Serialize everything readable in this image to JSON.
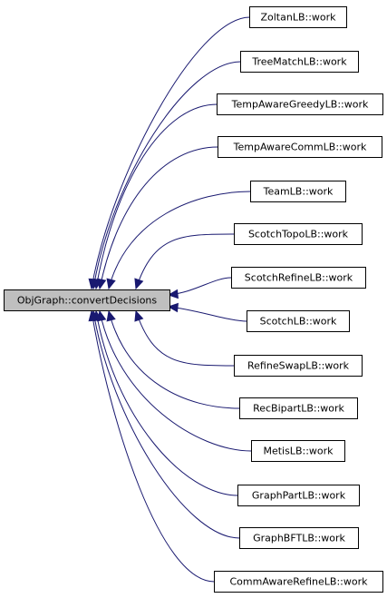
{
  "graph": {
    "root": {
      "label": "ObjGraph::convertDecisions",
      "fill": "#bfbfbf"
    },
    "callers": [
      {
        "label": "ZoltanLB::work"
      },
      {
        "label": "TreeMatchLB::work"
      },
      {
        "label": "TempAwareGreedyLB::work"
      },
      {
        "label": "TempAwareCommLB::work"
      },
      {
        "label": "TeamLB::work"
      },
      {
        "label": "ScotchTopoLB::work"
      },
      {
        "label": "ScotchRefineLB::work"
      },
      {
        "label": "ScotchLB::work"
      },
      {
        "label": "RefineSwapLB::work"
      },
      {
        "label": "RecBipartLB::work"
      },
      {
        "label": "MetisLB::work"
      },
      {
        "label": "GraphPartLB::work"
      },
      {
        "label": "GraphBFTLB::work"
      },
      {
        "label": "CommAwareRefineLB::work"
      }
    ],
    "edge_color": "#191970",
    "node_border_color": "#000000",
    "node_fill_color": "#ffffff"
  }
}
